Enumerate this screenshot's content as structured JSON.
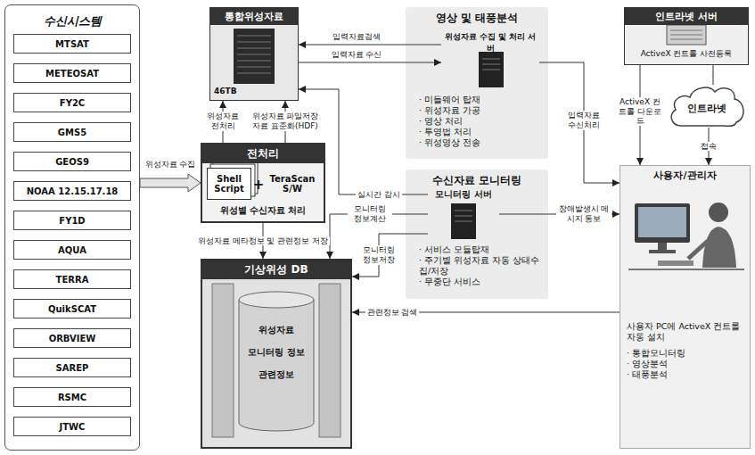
{
  "diagram": {
    "nodes": [
      {
        "text": [
          "수신시스템"
        ]
      },
      {
        "text": [
          "MTSAT"
        ],
        "in": 0
      },
      {
        "text": [
          "METEOSAT"
        ],
        "in": 0
      },
      {
        "text": [
          "FY2C"
        ],
        "in": 0
      },
      {
        "text": [
          "GMS5"
        ],
        "in": 0
      },
      {
        "text": [
          "GEOS9"
        ],
        "in": 0
      },
      {
        "text": [
          "NOAA 12.15.17.18"
        ],
        "in": 0
      },
      {
        "text": [
          "FY1D"
        ],
        "in": 0
      },
      {
        "text": [
          "AQUA"
        ],
        "in": 0
      },
      {
        "text": [
          "TERRA"
        ],
        "in": 0
      },
      {
        "text": [
          "QuikSCAT"
        ],
        "in": 0
      },
      {
        "text": [
          "ORBVIEW"
        ],
        "in": 0
      },
      {
        "text": [
          "SAREP"
        ],
        "in": 0
      },
      {
        "text": [
          "RSMC"
        ],
        "in": 0
      },
      {
        "text": [
          "JTWC"
        ],
        "in": 0
      },
      {
        "text": [
          "통합위성자료",
          "46TB"
        ]
      },
      {
        "text": [
          "전처리",
          "위성별 수신자료 처리"
        ]
      },
      {
        "text": [
          "Shell Script"
        ],
        "in": 16
      },
      {
        "text": [
          "TeraScan S/W"
        ],
        "in": 16
      },
      {
        "text": [
          "기상위성 DB"
        ]
      },
      {
        "text": [
          "영상 및 태풍분석",
          "· 미들웨어 탑재",
          "· 위성자료 가공",
          "· 영상 처리",
          "· 투영법 처리",
          "· 위성영상 전송"
        ]
      },
      {
        "text": [
          "위성자료 수집 및 처리 서버"
        ],
        "in": 20
      },
      {
        "text": [
          "수신자료 모니터링",
          "· 서비스 모듈탑재",
          "· 주기별 위성자료 자동 상태수집/저장",
          "· 무중단 서비스"
        ]
      },
      {
        "text": [
          "모니터링 서버"
        ],
        "in": 22
      },
      {
        "text": [
          "인트라넷 서버",
          "ActiveX 컨트롤 사전등록"
        ]
      },
      {
        "text": [
          "인트라넷"
        ]
      },
      {
        "text": [
          "사용자/관리자",
          "사용자 PC에 ActiveX 컨트롤 자동 설치",
          "· 통합모니터링",
          "· 영상분석",
          "· 태풍분석"
        ]
      }
    ],
    "edges": [
      {
        "from": 0,
        "to": 16,
        "arrow": "to",
        "label": "위성자료 수집"
      },
      {
        "from": 16,
        "to": 15,
        "arrow": "to",
        "label": "위성자료 전처리"
      },
      {
        "from": 16,
        "to": 15,
        "arrow": "to",
        "label": "위성자료 파일저장 자료 표준화(HDF)"
      },
      {
        "from": 16,
        "to": 19,
        "arrow": "to",
        "label": "위성자료 메타정보 및 관련정보 저장"
      },
      {
        "from": 21,
        "to": 15,
        "arrow": "to",
        "label": "입력자료검색"
      },
      {
        "from": 15,
        "to": 21,
        "arrow": "to",
        "label": "입력자료 수신"
      },
      {
        "from": 23,
        "to": 15,
        "arrow": "to",
        "label": "실시간 감시"
      },
      {
        "from": 23,
        "to": 19,
        "arrow": "to",
        "label": "모니터링 정보계산"
      },
      {
        "from": 23,
        "to": 19,
        "arrow": "to",
        "label": "모니터링 정보저장"
      },
      {
        "from": 26,
        "to": 19,
        "arrow": "to",
        "label": "관련정보 검색"
      },
      {
        "from": 21,
        "to": 26,
        "arrow": "to",
        "label": "입력자료 수신처리"
      },
      {
        "from": 23,
        "to": 26,
        "arrow": "to",
        "label": "장애발생시 메시지 통보"
      },
      {
        "from": 24,
        "to": 26,
        "arrow": "to",
        "label": "ActiveX 컨트롤 다운로드"
      },
      {
        "from": 24,
        "to": 25,
        "arrow": "none"
      },
      {
        "from": 25,
        "to": 26,
        "arrow": "to",
        "label": "접속"
      }
    ],
    "labels": [
      "+",
      "위성자료",
      "모니터링 정보",
      "관련정보"
    ]
  }
}
